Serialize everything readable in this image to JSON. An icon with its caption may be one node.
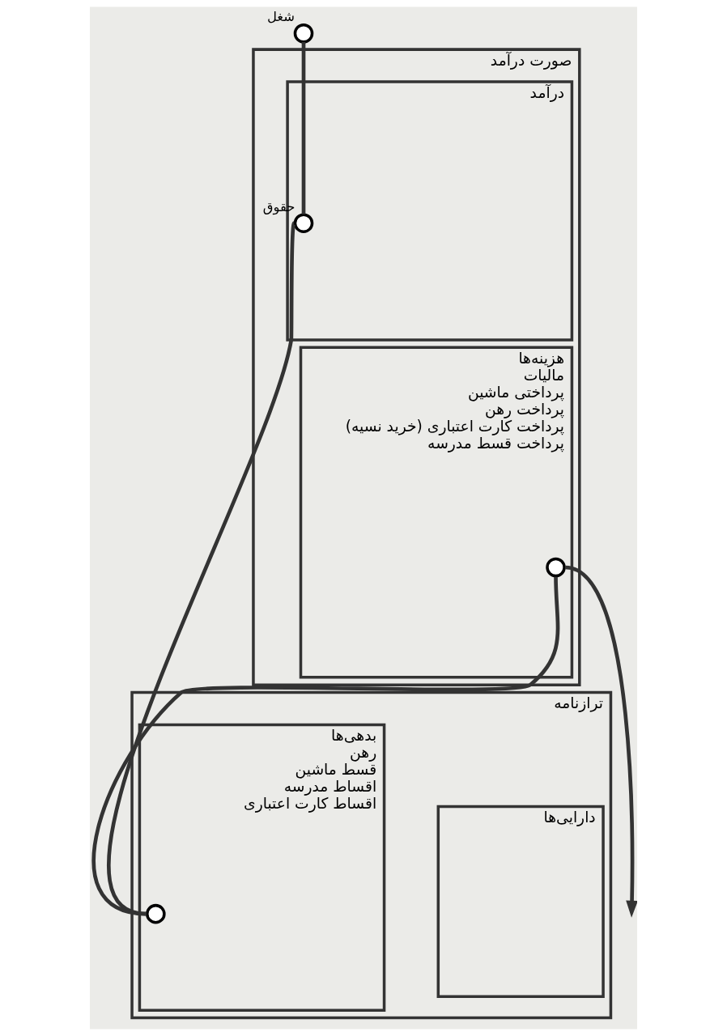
{
  "diagram": {
    "nodes": [
      {
        "text": [
          "صورت درآمد"
        ]
      },
      {
        "text": [
          "درآمد"
        ],
        "in": 0
      },
      {
        "text": [],
        "shape": "circle",
        "in": 1,
        "beside": [
          "حقوق"
        ]
      },
      {
        "text": [
          "هزینه‌ها",
          "مالیات",
          "پرداختی ماشین",
          "پرداخت رهن",
          "پرداخت کارت اعتباری (خرید نسیه)",
          "پرداخت قسط مدرسه"
        ],
        "in": 0
      },
      {
        "text": [],
        "shape": "circle",
        "in": 3
      },
      {
        "text": [
          "ترازنامه"
        ]
      },
      {
        "text": [
          "بدهی‌ها",
          "رهن",
          "قسط ماشین",
          "اقساط مدرسه",
          "اقساط کارت اعتباری"
        ],
        "in": 5
      },
      {
        "text": [],
        "shape": "circle",
        "in": 6
      },
      {
        "text": [
          "دارایی‌ها"
        ],
        "in": 5
      },
      {
        "text": [],
        "shape": "circle",
        "beside": [
          "شغل"
        ]
      }
    ],
    "edges": [
      {
        "from": 9,
        "to": 2,
        "arrow": "none"
      },
      {
        "from": 2,
        "to": 7,
        "arrow": "none"
      },
      {
        "from": 7,
        "to": 4,
        "arrow": "none"
      },
      {
        "from": 4,
        "to": null,
        "arrow": "to"
      }
    ]
  }
}
